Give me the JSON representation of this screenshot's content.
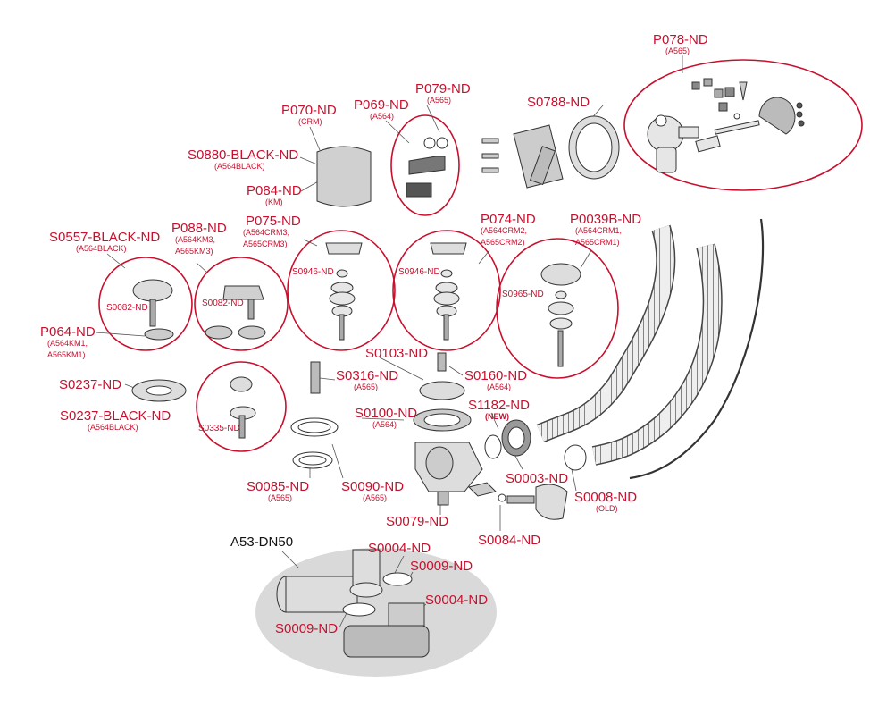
{
  "colors": {
    "label": "#c8102e",
    "outline": "#c8102e",
    "part_stroke": "#333333",
    "part_fill": "#e6e6e6",
    "base_ellipse": "#d9d9d9"
  },
  "labels": {
    "p078": "P078-ND",
    "p078_sub": "(A565)",
    "s0788": "S0788-ND",
    "p079": "P079-ND",
    "p079_sub": "(A565)",
    "p069": "P069-ND",
    "p069_sub": "(A564)",
    "p070": "P070-ND",
    "p070_sub": "(CRM)",
    "s0880": "S0880-BLACK-ND",
    "s0880_sub": "(A564BLACK)",
    "p084": "P084-ND",
    "p084_sub": "(KM)",
    "s0557": "S0557-BLACK-ND",
    "s0557_sub": "(A564BLACK)",
    "p088": "P088-ND",
    "p088_sub1": "(A564KM3,",
    "p088_sub2": "A565KM3)",
    "p075": "P075-ND",
    "p075_sub1": "(A564CRM3,",
    "p075_sub2": "A565CRM3)",
    "p074": "P074-ND",
    "p074_sub1": "(A564CRM2,",
    "p074_sub2": "A565CRM2)",
    "p0039b": "P0039B-ND",
    "p0039b_sub1": "(A564CRM1,",
    "p0039b_sub2": "A565CRM1)",
    "s0082a": "S0082-ND",
    "s0082b": "S0082-ND",
    "s0946a": "S0946-ND",
    "s0946b": "S0946-ND",
    "s0965": "S0965-ND",
    "p064": "P064-ND",
    "p064_sub1": "(A564KM1,",
    "p064_sub2": "A565KM1)",
    "s0103": "S0103-ND",
    "s0316": "S0316-ND",
    "s0316_sub": "(A565)",
    "s0160": "S0160-ND",
    "s0160_sub": "(A564)",
    "s0237": "S0237-ND",
    "s0237b": "S0237-BLACK-ND",
    "s0237b_sub": "(A564BLACK)",
    "s0335": "S0335-ND",
    "s0100": "S0100-ND",
    "s0100_sub": "(A564)",
    "s1182": "S1182-ND",
    "s1182_new": "(NEW)",
    "s0003": "S0003-ND",
    "s0008": "S0008-ND",
    "s0008_sub": "(OLD)",
    "s0085": "S0085-ND",
    "s0085_sub": "(A565)",
    "s0090": "S0090-ND",
    "s0090_sub": "(A565)",
    "s0079": "S0079-ND",
    "s0084": "S0084-ND",
    "a53": "A53-DN50",
    "s0004a": "S0004-ND",
    "s0009a": "S0009-ND",
    "s0004b": "S0004-ND",
    "s0009b": "S0009-ND"
  }
}
